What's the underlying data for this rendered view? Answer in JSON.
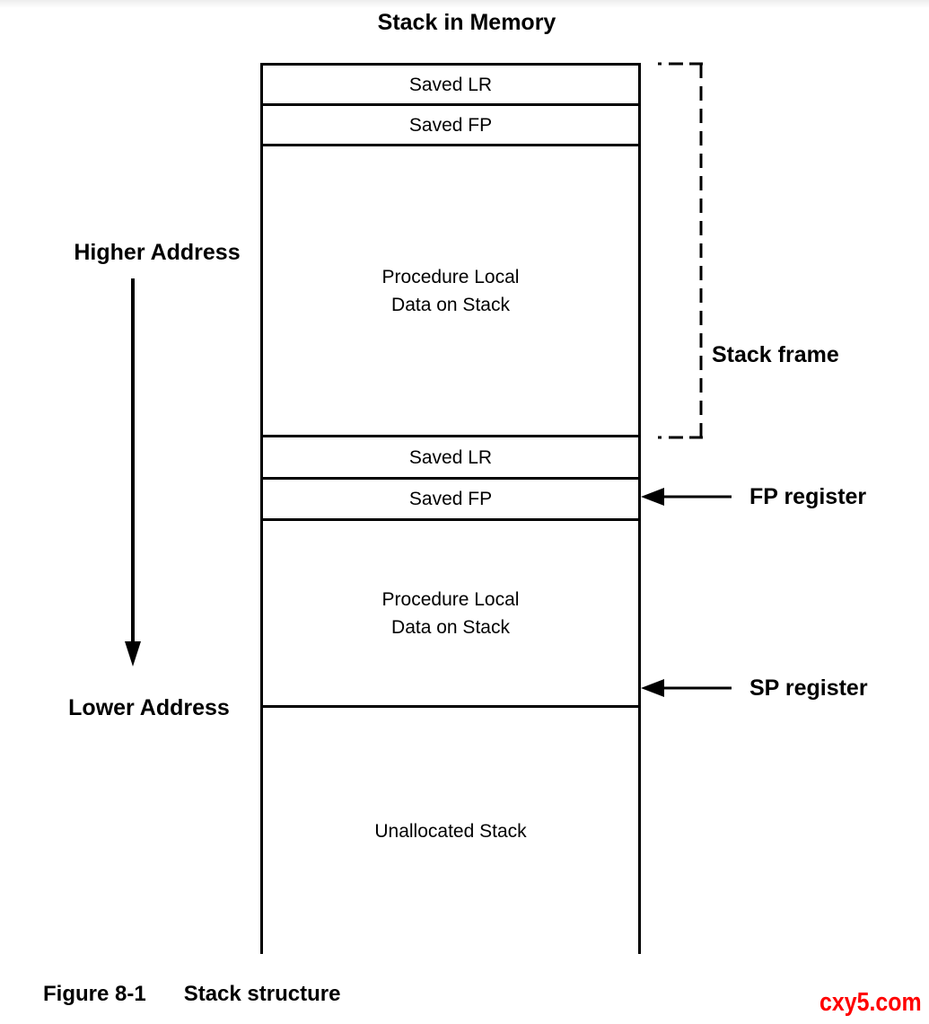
{
  "figure": {
    "title": "Stack in Memory",
    "caption": {
      "label": "Figure 8-1",
      "title": "Stack structure"
    },
    "watermark": "cxy5.com",
    "colors": {
      "line": "#000000",
      "text": "#000000",
      "watermark": "#ff0000",
      "background": "#ffffff"
    }
  },
  "diagram": {
    "address_labels": {
      "higher": "Higher Address",
      "lower": "Lower Address"
    },
    "rows": [
      {
        "label": "Saved LR"
      },
      {
        "label": "Saved FP"
      },
      {
        "label": "Procedure Local\nData on Stack"
      },
      {
        "label": "Saved LR"
      },
      {
        "label": "Saved FP"
      },
      {
        "label": "Procedure Local\nData on Stack"
      },
      {
        "label": "Unallocated Stack"
      }
    ],
    "annotations": {
      "stack_frame": "Stack frame",
      "fp_register": "FP register",
      "sp_register": "SP register"
    }
  }
}
